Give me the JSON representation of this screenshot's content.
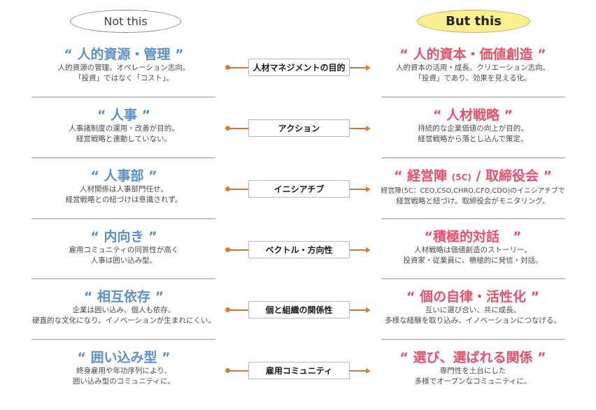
{
  "headers": {
    "left": "Not this",
    "right": "But this"
  },
  "colors": {
    "left_title": "#5b8fd0",
    "right_title": "#e8506a",
    "connector": "#e87a2a",
    "but_this_fill": "#fbf08f"
  },
  "rows": [
    {
      "category": "人材マネジメントの目的",
      "left": {
        "title": "“ 人的資源・管理 ”",
        "desc": [
          "人的資源の管理。オペレーション志向。",
          "「投資」ではなく「コスト」。"
        ]
      },
      "right": {
        "title": "“ 人的資本・価値創造 ”",
        "desc": [
          "人的資本の活用・成長。クリエーション志向。",
          "「投資」であり、効果を見える化。"
        ]
      }
    },
    {
      "category": "アクション",
      "left": {
        "title": "“ 人事 ”",
        "desc": [
          "人事諸制度の運用・改善が目的。",
          "経営戦略と連動していない。"
        ]
      },
      "right": {
        "title": "“ 人材戦略 ”",
        "desc": [
          "持続的な企業価値の向上が目的。",
          "経営戦略から落とし込んで策定。"
        ]
      }
    },
    {
      "category": "イニシアチブ",
      "left": {
        "title": "“ 人事部 ”",
        "desc": [
          "人材関係は人事部門任せ。",
          "経営戦略との紐づけは意識されず。"
        ]
      },
      "right": {
        "title_pre": "“ 経営陣 ",
        "title_small": "(5C)",
        "title_post": " / 取締役会 ”",
        "desc": [
          "経営陣(5C：CEO,CSO,CHRO,CFO,CDO)のイニシアチブで",
          "経営戦略と紐づけ。取締役会がモニタリング。"
        ]
      }
    },
    {
      "category": "ベクトル・方向性",
      "left": {
        "title": "“ 内向き ”",
        "desc": [
          "雇用コミュニティの同質性が高く",
          "人事は囲い込み型。"
        ]
      },
      "right": {
        "title": "“積極的対話　”",
        "desc": [
          "人材戦略は価値創造のストーリー。",
          "投資家・従業員に、積極的に発信・対話。"
        ]
      }
    },
    {
      "category": "個と組織の関係性",
      "left": {
        "title": "“ 相互依存 ”",
        "desc": [
          "企業は囲い込み、個人も依存。",
          "硬直的な文化になり、イノベーションが生まれにくい。"
        ]
      },
      "right": {
        "title": "“ 個の自律・活性化 ”",
        "desc": [
          "互いに選び合い、共に成長。",
          "多様な経験を取り込み、イノベーションにつなげる。"
        ]
      }
    },
    {
      "category": "雇用コミュニティ",
      "left": {
        "title": "“ 囲い込み型 ”",
        "desc": [
          "終身雇用や年功序列により、",
          "囲い込み型のコミュニティに。"
        ]
      },
      "right": {
        "title": "“ 選び、選ばれる関係 ”",
        "desc": [
          "専門性を土台にした",
          "多様でオープンなコミュニティに。"
        ]
      }
    }
  ]
}
